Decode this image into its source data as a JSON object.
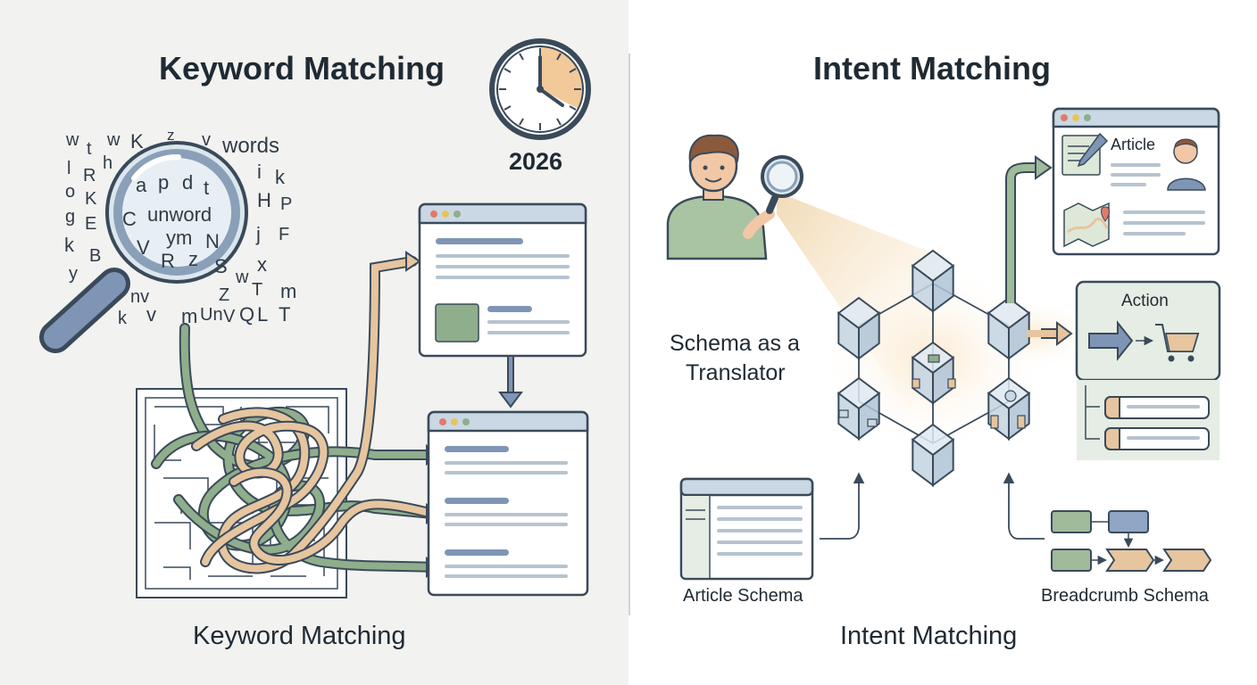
{
  "left_panel": {
    "title": "Keyword Matching",
    "caption": "Keyword Matching",
    "year": "2026",
    "lens_words": [
      "a",
      "p",
      "d",
      "t",
      "C",
      "unword",
      "V",
      "ym",
      "N",
      "R",
      "z",
      "S"
    ],
    "scatter_letters": [
      "w",
      "t",
      "w",
      "K",
      "z",
      "v",
      "words",
      "l",
      "h",
      "o",
      "R",
      "g",
      "K",
      "k",
      "E",
      "B",
      "y",
      "i",
      "k",
      "H",
      "P",
      "j",
      "F",
      "w",
      "x",
      "Z",
      "T",
      "m",
      "nv",
      "k",
      "v",
      "m",
      "Un",
      "V",
      "Q",
      "L",
      "T",
      "t",
      "V"
    ]
  },
  "right_panel": {
    "title": "Intent Matching",
    "caption": "Intent Matching",
    "schema_line1": "Schema as a",
    "schema_line2": "Translator",
    "article_label": "Article",
    "action_label": "Action",
    "article_schema_label": "Article Schema",
    "breadcrumb_schema_label": "Breadcrumb Schema"
  },
  "colors": {
    "left_bg": "#f2f2f0",
    "green": "#8fae8b",
    "tan": "#e6c59f",
    "blue": "#7f95b5",
    "cube": "#c9d8e4",
    "dark": "#3a4a5a"
  }
}
